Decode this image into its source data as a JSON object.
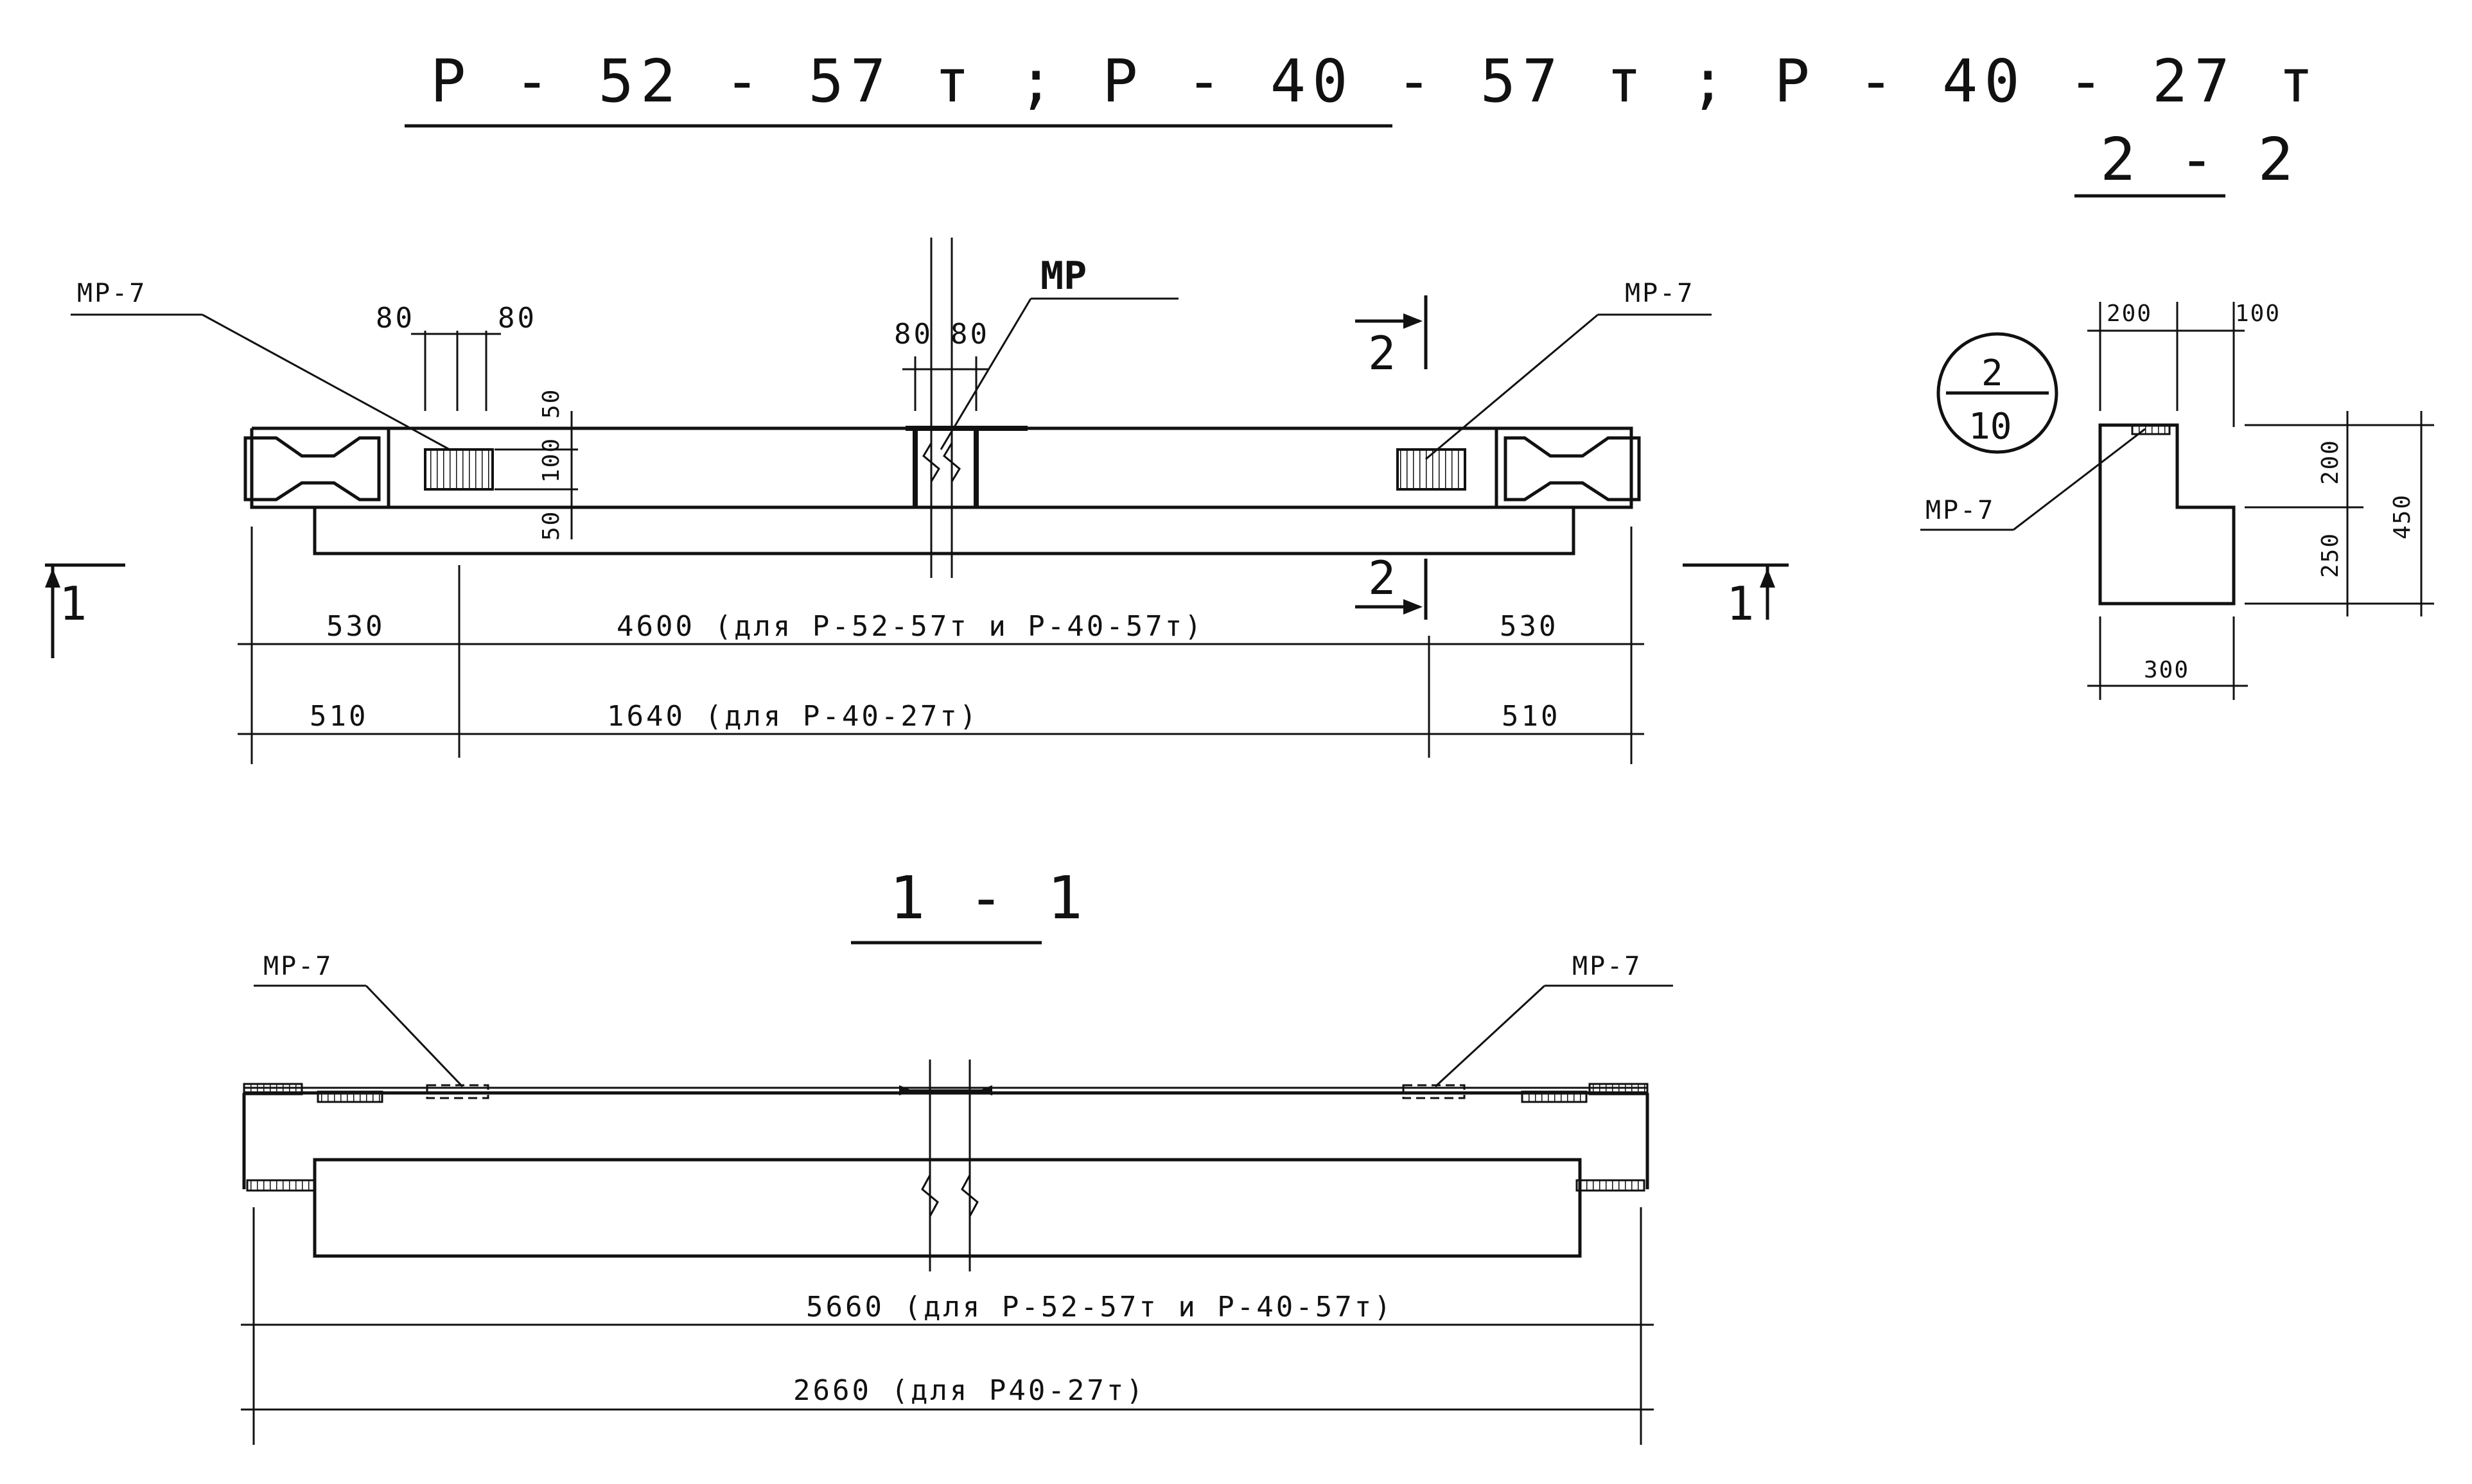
{
  "title": "Р - 52 - 57 т ; Р - 40 - 57 т ; Р - 40 - 27 т",
  "plan": {
    "labels": {
      "mr7_left": "МР-7",
      "mr7_right": "МР-7",
      "mr": "МР"
    },
    "top_dims": {
      "left_a": "80",
      "left_b": "80",
      "mid_a": "80",
      "mid_b": "80"
    },
    "side_dims": {
      "top": "50",
      "middle": "100",
      "bottom": "50"
    },
    "section_marks": {
      "upper": "2",
      "lower": "2",
      "left": "1",
      "right": "1"
    },
    "dim_row1": {
      "left": "530",
      "center": "4600 (для Р-52-57т и Р-40-57т)",
      "right": "530"
    },
    "dim_row2": {
      "left": "510",
      "center": "1640 (для Р-40-27т)",
      "right": "510"
    }
  },
  "section_1_1": {
    "title": "1 - 1",
    "mr7_left": "МР-7",
    "mr7_right": "МР-7",
    "dim1": "5660 (для Р-52-57т и Р-40-57т)",
    "dim2": "2660 (для Р40-27т)"
  },
  "section_2_2": {
    "title": "2 - 2",
    "callout_top": "2",
    "callout_bottom": "10",
    "mr7": "МР-7",
    "dim_top_a": "200",
    "dim_top_b": "100",
    "dim_right_upper": "200",
    "dim_right_lower": "250",
    "dim_right_total": "450",
    "dim_bottom": "300"
  }
}
